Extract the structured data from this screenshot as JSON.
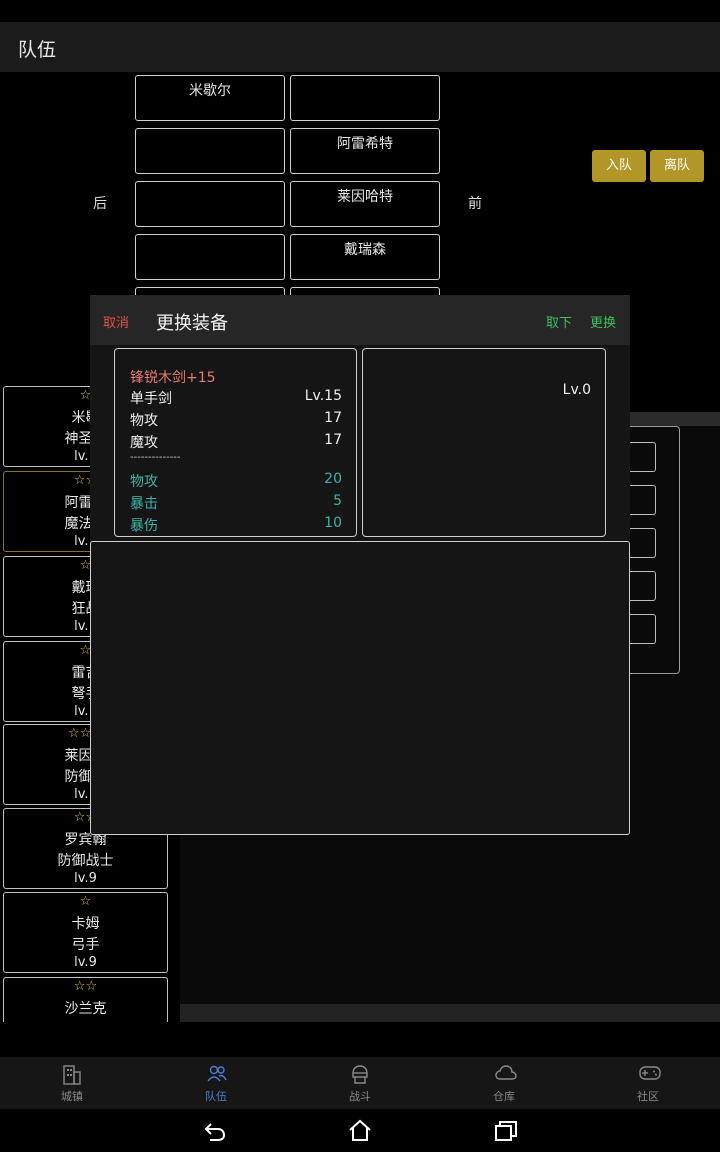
{
  "header": {
    "title": "队伍"
  },
  "formation": {
    "back_label": "后",
    "front_label": "前",
    "slots": [
      [
        "米歇尔",
        ""
      ],
      [
        "",
        "阿雷希特"
      ],
      [
        "",
        "莱因哈特"
      ],
      [
        "",
        "戴瑞森"
      ]
    ]
  },
  "actions": {
    "join": "入队",
    "leave": "离队"
  },
  "characters": [
    {
      "stars": "☆",
      "name": "米歇",
      "class": "神圣牧",
      "level": "lv.1"
    },
    {
      "stars": "☆☆",
      "name": "阿雷希",
      "class": "魔法骑",
      "level": "lv.1"
    },
    {
      "stars": "☆",
      "name": "戴瑞",
      "class": "狂战",
      "level": "lv.1"
    },
    {
      "stars": "☆",
      "name": "雷吉",
      "class": "弩手",
      "level": "lv.1"
    },
    {
      "stars": "☆☆☆",
      "name": "莱因哈",
      "class": "防御战",
      "level": "lv.1"
    },
    {
      "stars": "☆☆",
      "name": "罗宾翰",
      "class": "防御战士",
      "level": "lv.9"
    },
    {
      "stars": "☆",
      "name": "卡姆",
      "class": "弓手",
      "level": "lv.9"
    },
    {
      "stars": "☆☆",
      "name": "沙兰克",
      "class": "",
      "level": ""
    }
  ],
  "modal": {
    "cancel": "取消",
    "title": "更换装备",
    "remove": "取下",
    "replace": "更换",
    "current_item": {
      "name": "锋锐木剑+15",
      "type": "单手剑",
      "level": "Lv.15",
      "base_stats": [
        {
          "label": "物攻",
          "value": "17"
        },
        {
          "label": "魔攻",
          "value": "17"
        }
      ],
      "separator": "--------------",
      "bonus_stats": [
        {
          "label": "物攻",
          "value": "20"
        },
        {
          "label": "暴击",
          "value": "5"
        },
        {
          "label": "暴伤",
          "value": "10"
        }
      ]
    },
    "new_item": {
      "level": "Lv.0"
    }
  },
  "nav": {
    "items": [
      {
        "label": "城镇",
        "icon": "building-icon"
      },
      {
        "label": "队伍",
        "icon": "team-icon"
      },
      {
        "label": "战斗",
        "icon": "battle-icon"
      },
      {
        "label": "仓库",
        "icon": "cloud-icon"
      },
      {
        "label": "社区",
        "icon": "gamepad-icon"
      }
    ]
  },
  "colors": {
    "accent_gold": "#b39628",
    "cancel_red": "#e0504a",
    "confirm_green": "#3fbf5f",
    "item_name": "#ea7a72",
    "bonus_stat": "#3db3a8",
    "nav_active": "#4a7fd8"
  }
}
